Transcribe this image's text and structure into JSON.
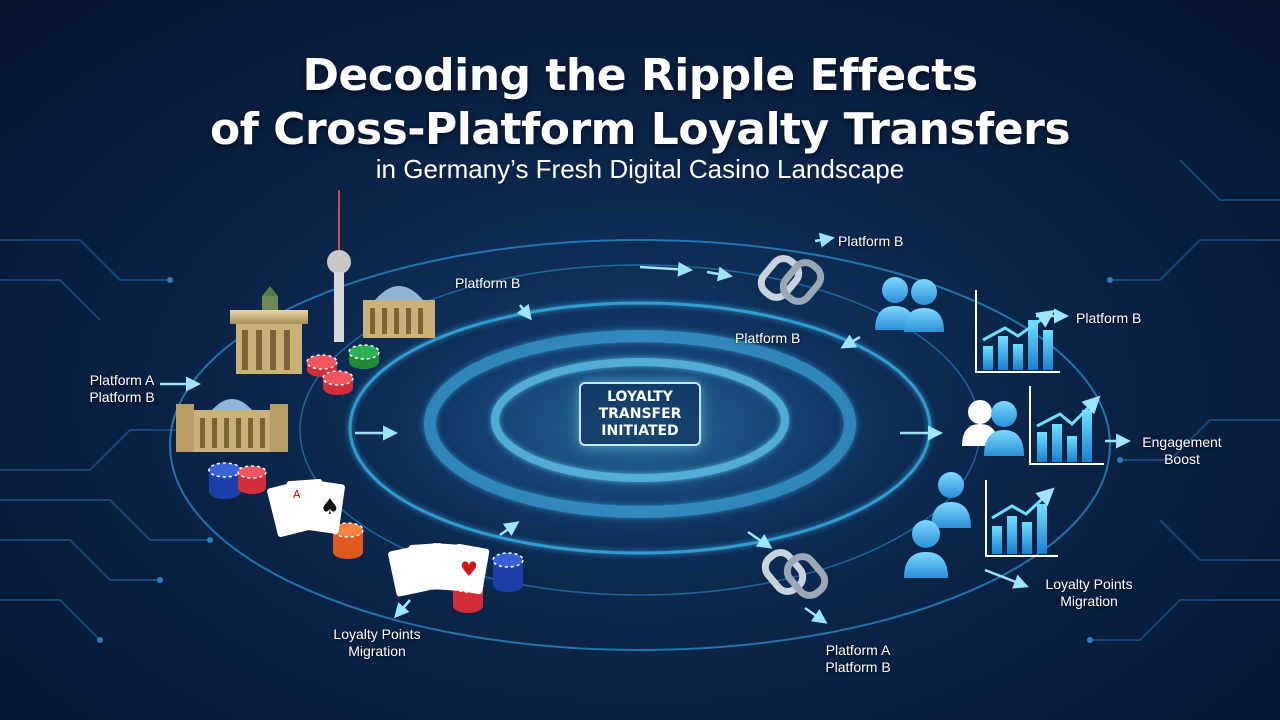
{
  "header": {
    "title_line1": "Decoding the Ripple Effects",
    "title_line2": "of Cross-Platform Loyalty Transfers",
    "subtitle": "in Germany’s Fresh Digital Casino Landscape"
  },
  "center": {
    "line1": "LOYALTY",
    "line2": "TRANSFER",
    "line3": "INITIATED"
  },
  "labels": {
    "platform_a_left": "Platform A",
    "platform_b_left": "Platform B",
    "platform_b_top": "Platform B",
    "platform_b_topright": "Platform B",
    "platform_b_inner": "Platform B",
    "platform_b_right": "Platform B",
    "engagement_1": "Engagement",
    "engagement_2": "Boost",
    "loyalty_left_1": "Loyalty Points",
    "loyalty_left_2": "Migration",
    "loyalty_right_1": "Loyalty Points",
    "loyalty_right_2": "Migration",
    "platform_a_bottom": "Platform A",
    "platform_b_bottom": "Platform B"
  },
  "colors": {
    "accent": "#5ad0ff",
    "ring": "#2fa8e0",
    "background": "#0b2448"
  },
  "icons": [
    "brandenburg-gate-icon",
    "tv-tower-icon",
    "reichstag-icon",
    "poker-chips-icon",
    "playing-cards-icon",
    "chain-link-icon",
    "users-icon",
    "bar-chart-icon",
    "arrow-icon"
  ]
}
